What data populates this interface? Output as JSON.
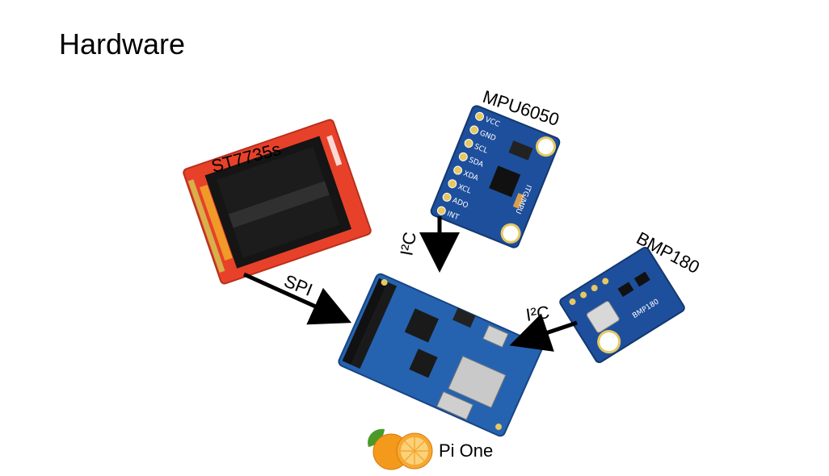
{
  "slide": {
    "title": "Hardware"
  },
  "components": {
    "display": {
      "label": "ST7735s"
    },
    "imu": {
      "label": "MPU6050",
      "pins": [
        "VCC",
        "GND",
        "SCL",
        "SDA",
        "XDA",
        "XCL",
        "ADO",
        "INT"
      ],
      "chip_text": "ITG/MPU"
    },
    "barometer": {
      "label": "BMP180",
      "board_text": "BMP180"
    },
    "board": {
      "label": "Pi One"
    }
  },
  "connections": {
    "spi": {
      "label": "SPI"
    },
    "i2c_imu": {
      "label": "I²C"
    },
    "i2c_baro": {
      "label": "I²C"
    }
  },
  "colors": {
    "display_pcb": "#e8412a",
    "screen": "#151515",
    "sensor_pcb": "#1e4f9c",
    "board_pcb": "#2563b0",
    "orange": "#f39a1c",
    "leaf": "#4a9a2a"
  }
}
